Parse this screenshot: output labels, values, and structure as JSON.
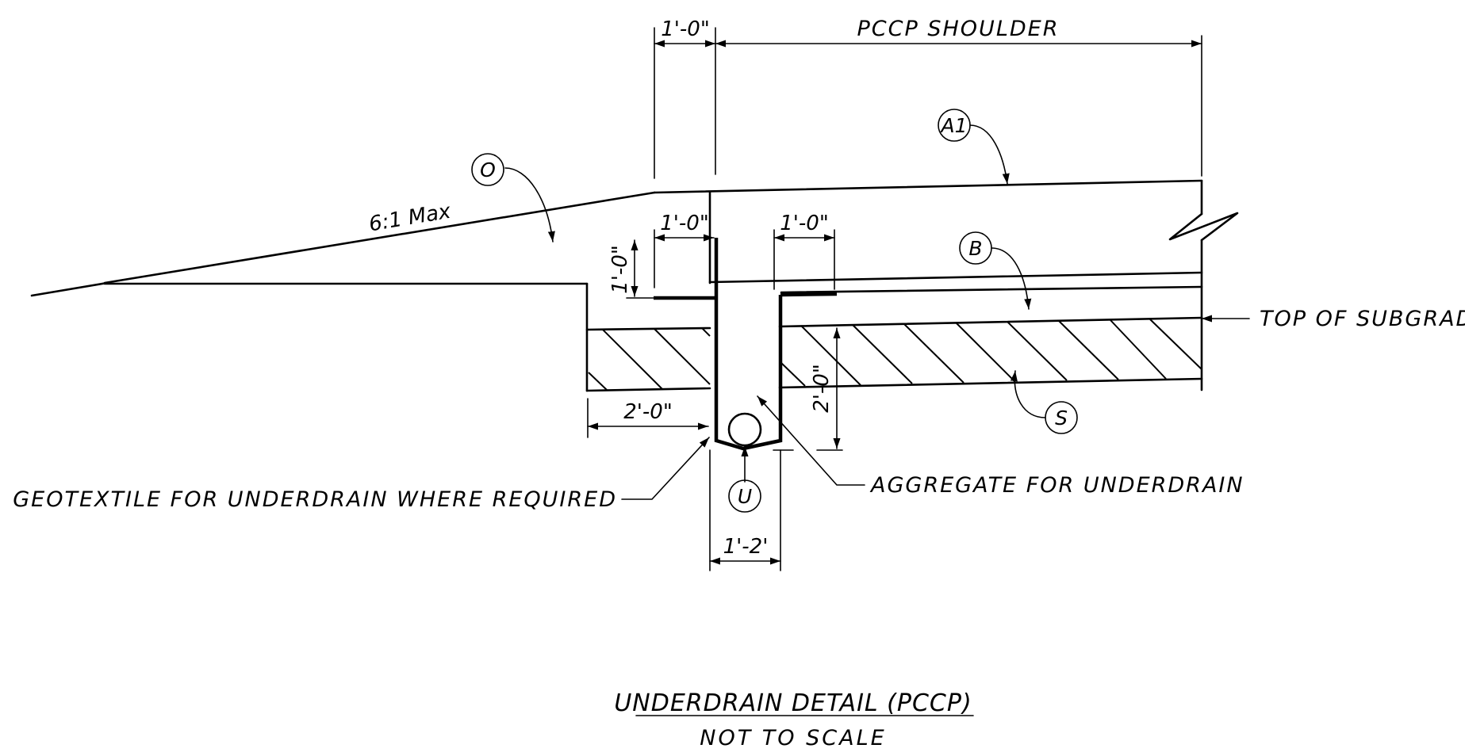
{
  "labels": {
    "pccp_shoulder": "PCCP SHOULDER",
    "slope": "6:1 Max",
    "top_of_subgrade": "TOP OF SUBGRADE",
    "geotextile": "GEOTEXTILE FOR UNDERDRAIN WHERE REQUIRED",
    "aggregate": "AGGREGATE FOR UNDERDRAIN"
  },
  "dimensions": {
    "top_width": "1'-0\"",
    "left_ledge": "1'-0\"",
    "right_ledge": "1'-0\"",
    "ledge_depth": "1'-0\"",
    "left_offset": "2'-0\"",
    "trench_depth": "2'-0\"",
    "trench_width": "1'-2'"
  },
  "callouts": {
    "o": "O",
    "a1": "A1",
    "b": "B",
    "s": "S",
    "u": "U"
  },
  "title": {
    "main": "UNDERDRAIN DETAIL (PCCP)",
    "sub": "NOT TO SCALE"
  }
}
